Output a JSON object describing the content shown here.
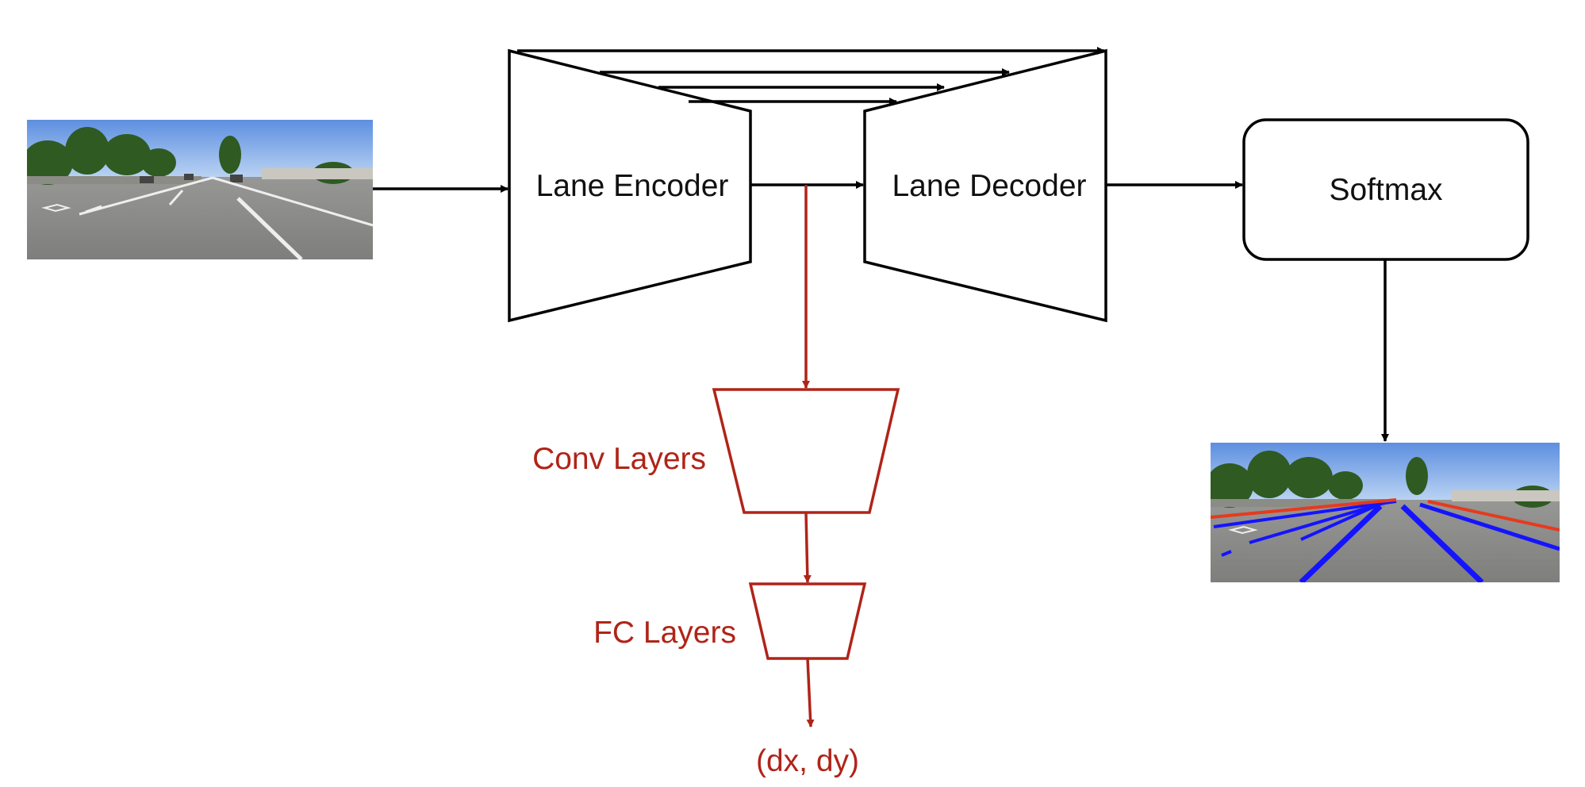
{
  "encoder": {
    "label": "Lane Encoder"
  },
  "decoder": {
    "label": "Lane Decoder"
  },
  "softmax": {
    "label": "Softmax"
  },
  "conv": {
    "label": "Conv Layers"
  },
  "fc": {
    "label": "FC Layers"
  },
  "output": {
    "label": "(dx, dy)"
  },
  "colors": {
    "black": "#000000",
    "red": "#b02418",
    "lane_blue": "#1414ff",
    "lane_red": "#e63a1e"
  },
  "images": {
    "input": "road-photo",
    "result": "road-photo-with-lane-overlay"
  }
}
